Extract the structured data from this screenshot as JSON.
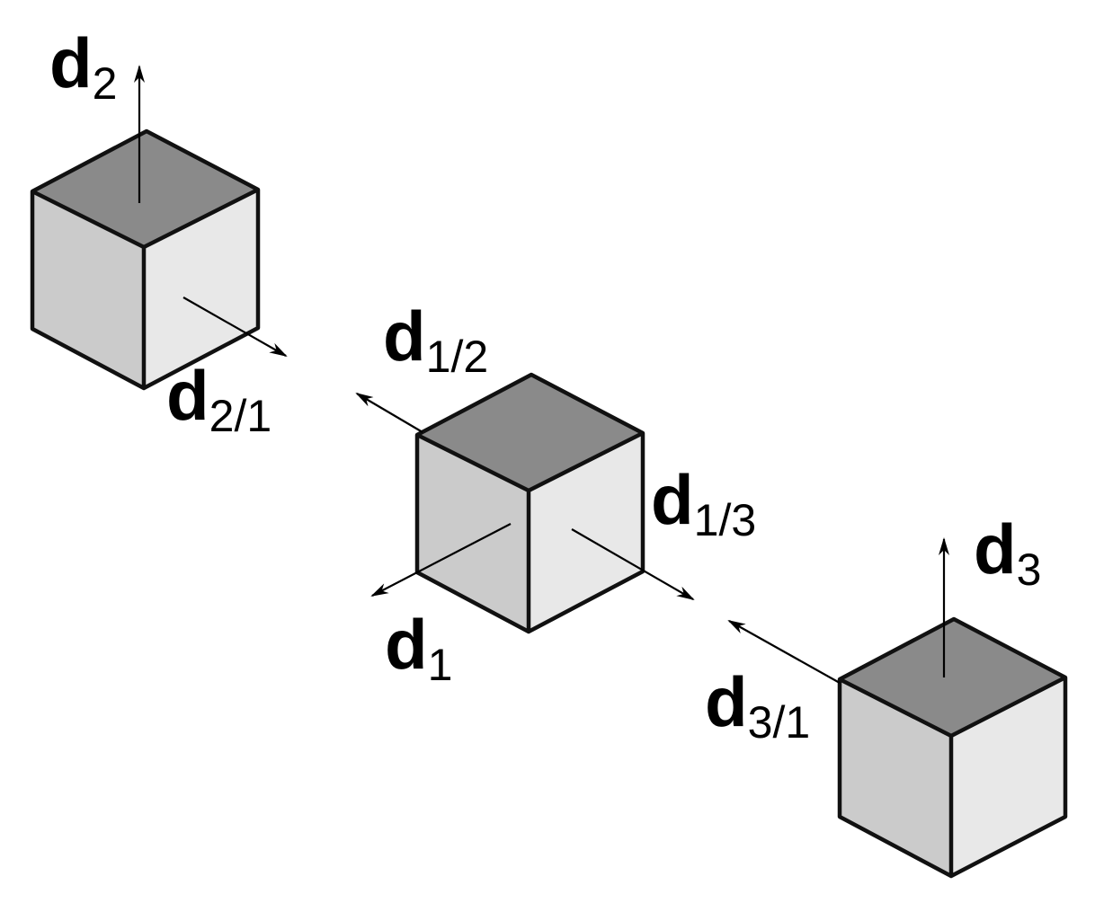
{
  "colors": {
    "top_face": "#8a8a8a",
    "left_face": "#cbcbcb",
    "right_face": "#e8e8e8",
    "edge": "#111111"
  },
  "labels": {
    "d2": {
      "main": "d",
      "sub": "2"
    },
    "d21": {
      "main": "d",
      "sub": "2/1"
    },
    "d12": {
      "main": "d",
      "sub": "1/2"
    },
    "d13": {
      "main": "d",
      "sub": "1/3"
    },
    "d1": {
      "main": "d",
      "sub": "1"
    },
    "d3": {
      "main": "d",
      "sub": "3"
    },
    "d31": {
      "main": "d",
      "sub": "3/1"
    }
  }
}
